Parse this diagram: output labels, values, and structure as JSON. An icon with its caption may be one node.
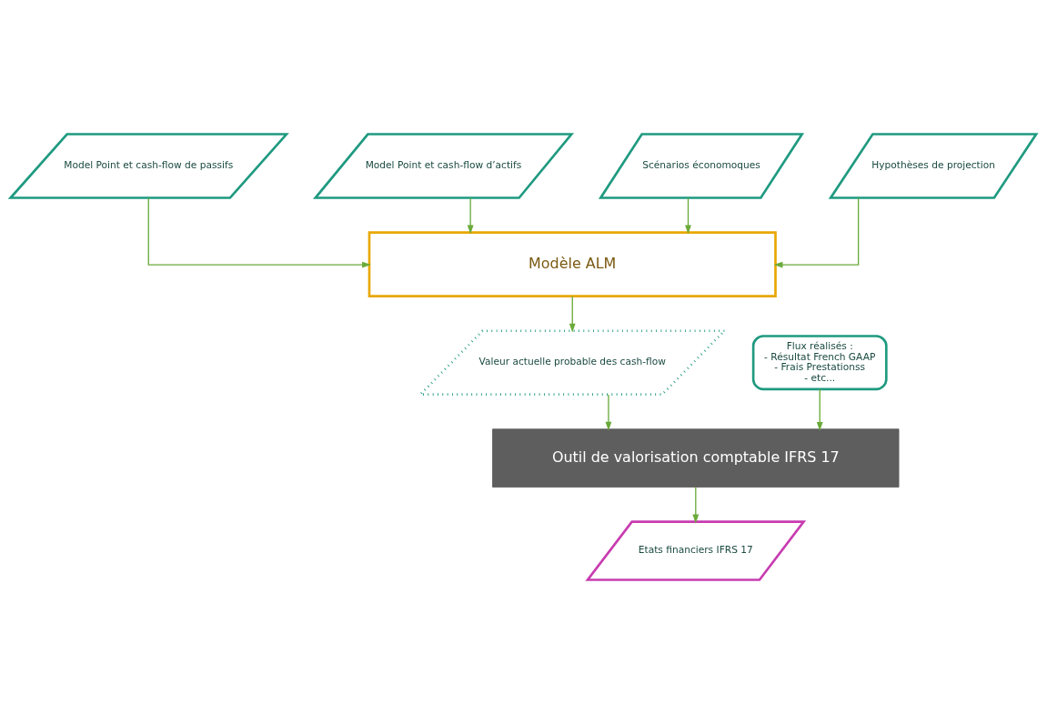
{
  "diagram": {
    "nodes": [
      {
        "text": [
          "Model Point et cash-flow de passifs"
        ]
      },
      {
        "text": [
          "Model Point et cash-flow d’actifs"
        ]
      },
      {
        "text": [
          "Scénarios économoques"
        ]
      },
      {
        "text": [
          "Hypothèses de projection"
        ]
      },
      {
        "text": [
          "Modèle ALM"
        ]
      },
      {
        "text": [
          "Flux réalisés :",
          "- Résultat French GAAP",
          "- Frais Prestationss",
          "- etc..."
        ]
      },
      {
        "text": [
          "Valeur actuelle probable des cash-flow"
        ]
      },
      {
        "text": [
          "Outil de valorisation comptable IFRS 17"
        ]
      },
      {
        "text": [
          "Etats financiers IFRS 17"
        ]
      }
    ],
    "edges": [
      {
        "from": 0,
        "to": 4,
        "arrow": "to"
      },
      {
        "from": 1,
        "to": 4,
        "arrow": "to"
      },
      {
        "from": 2,
        "to": 4,
        "arrow": "to"
      },
      {
        "from": 3,
        "to": 4,
        "arrow": "to"
      },
      {
        "from": 4,
        "to": 6,
        "arrow": "to"
      },
      {
        "from": 6,
        "to": 7,
        "arrow": "to"
      },
      {
        "from": 5,
        "to": 7,
        "arrow": "to"
      },
      {
        "from": 7,
        "to": 8,
        "arrow": "to"
      }
    ]
  }
}
